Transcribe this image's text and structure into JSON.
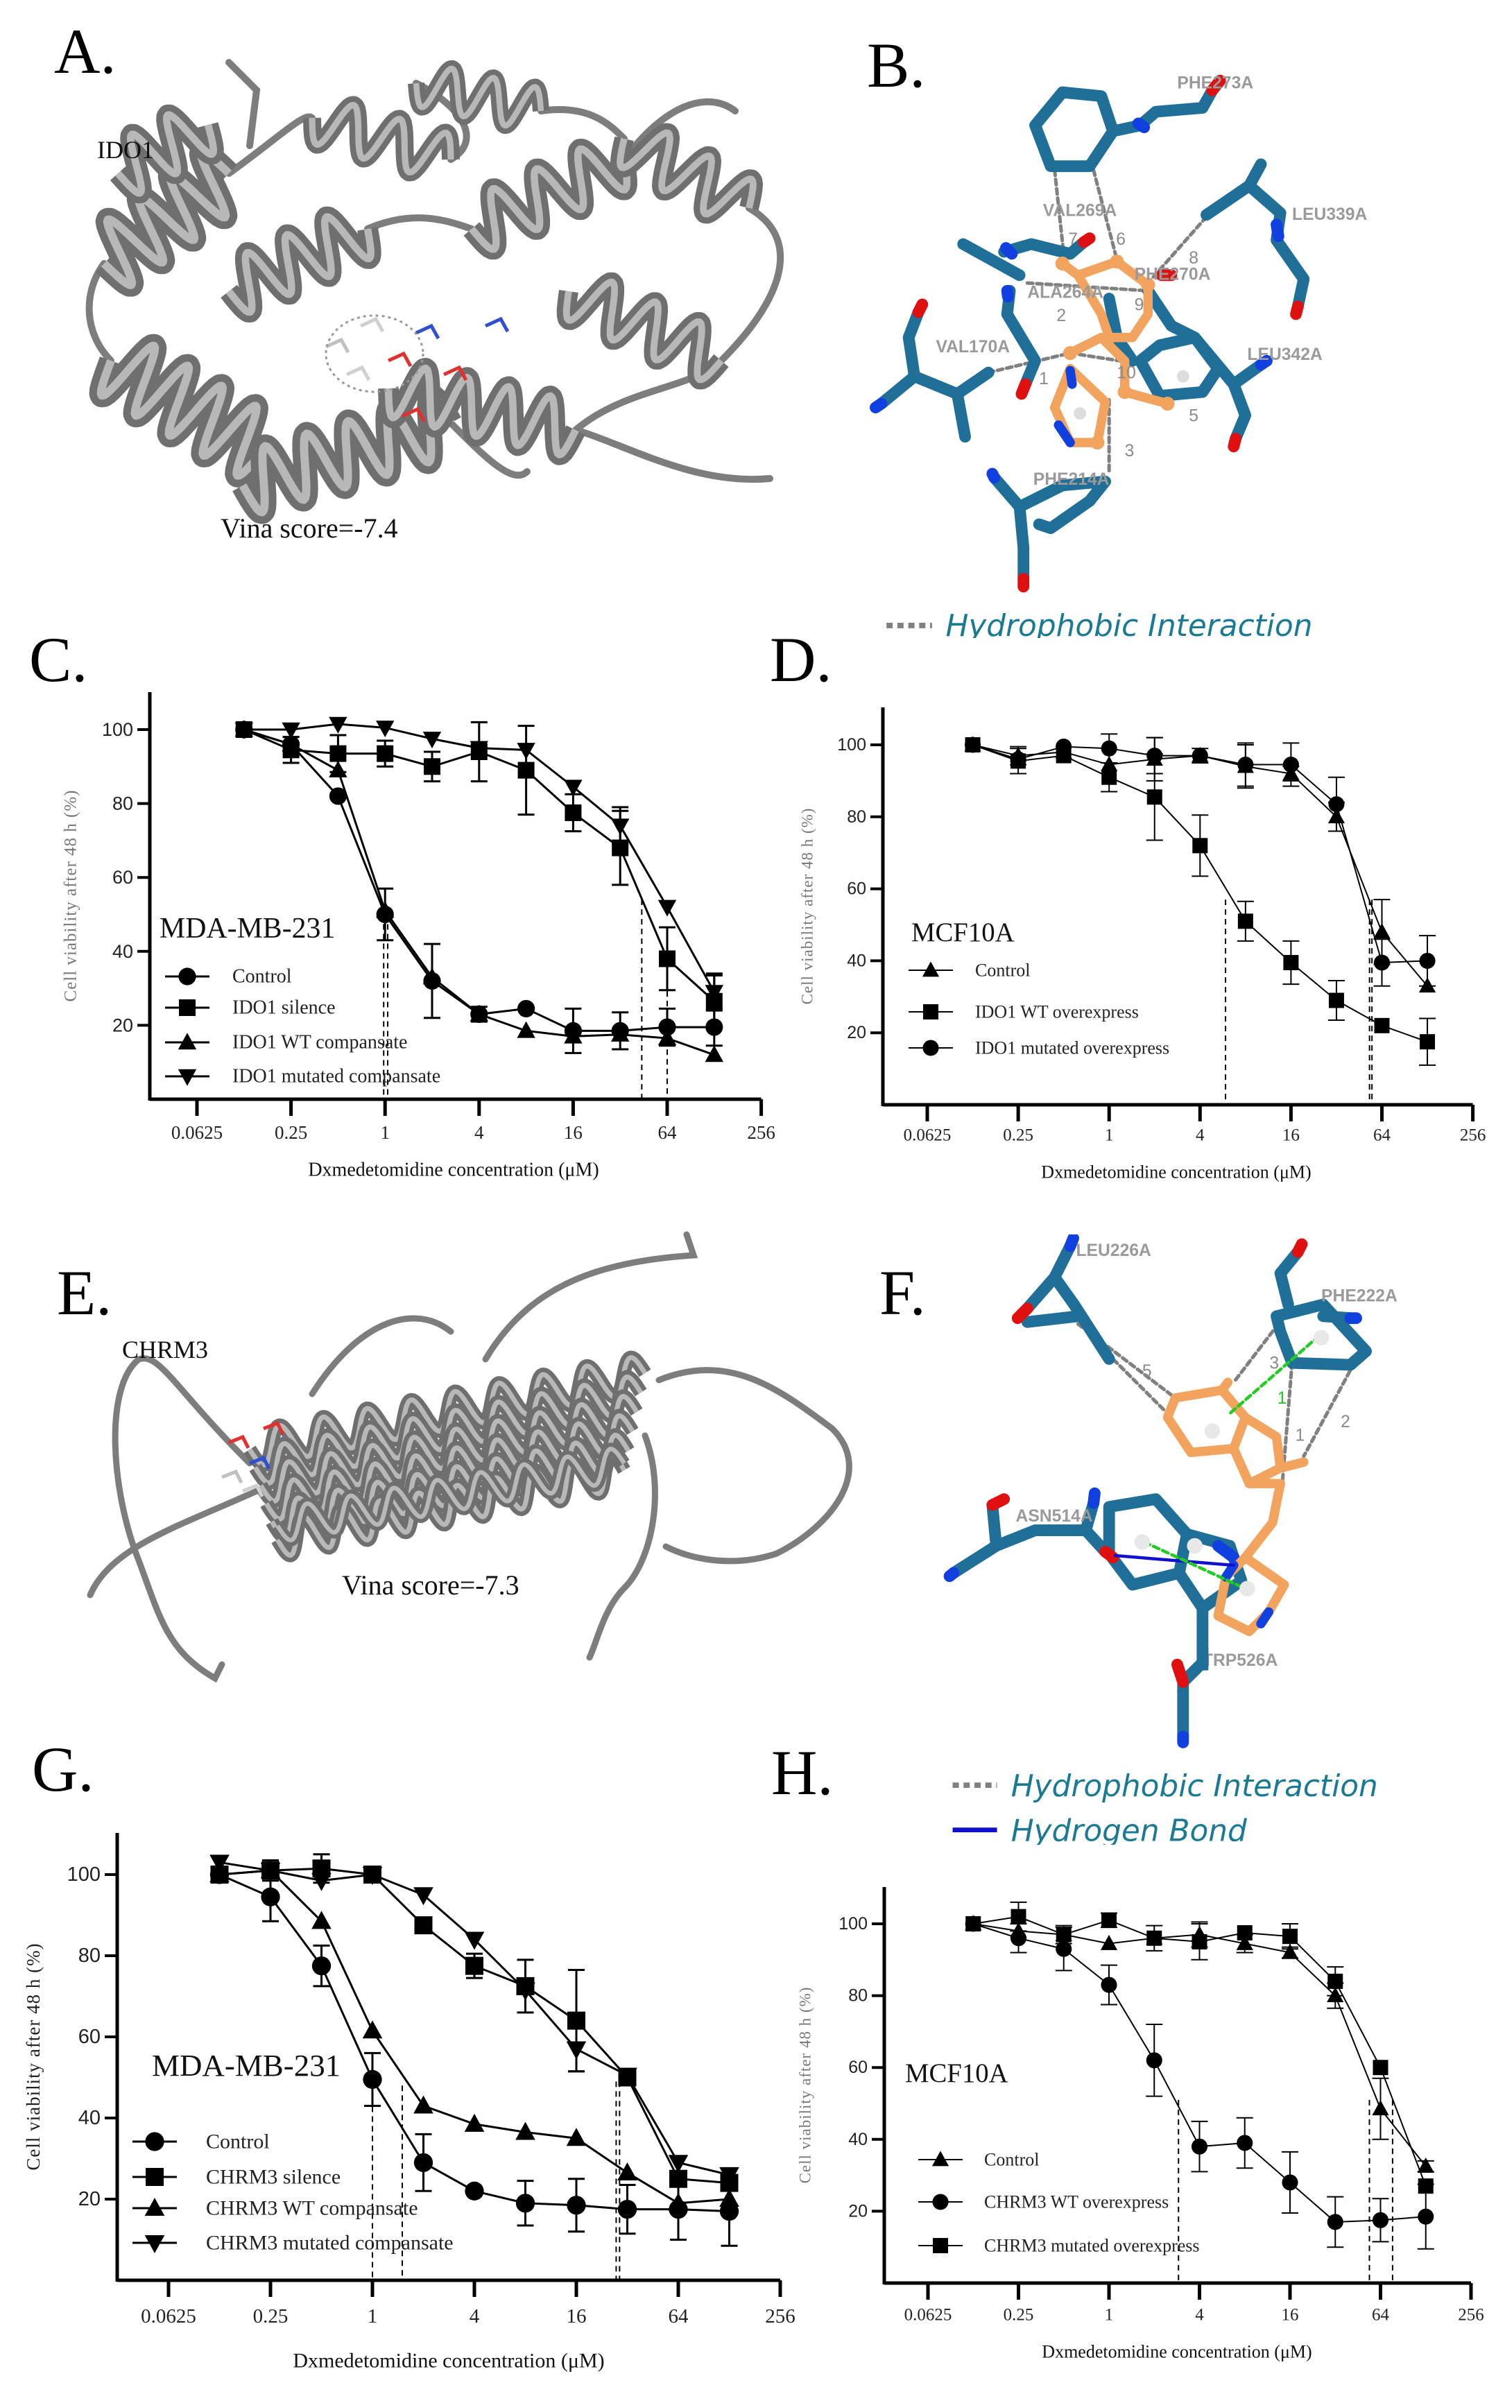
{
  "panels": {
    "A": {
      "letter": "A.",
      "protein": "IDO1",
      "vina": "Vina score=-7.4"
    },
    "B": {
      "letter": "B.",
      "residues": [
        "PHE273A",
        "VAL269A",
        "LEU339A",
        "PHE270A",
        "ALA264A",
        "VAL170A",
        "LEU342A",
        "PHE214A"
      ],
      "numbers": [
        "1",
        "2",
        "3",
        "5",
        "6",
        "7",
        "8",
        "9",
        "10"
      ],
      "legend_hydrophobic": "Hydrophobic Interaction"
    },
    "C": {
      "letter": "C."
    },
    "D": {
      "letter": "D."
    },
    "E": {
      "letter": "E.",
      "protein": "CHRM3",
      "vina": "Vina score=-7.3"
    },
    "F": {
      "letter": "F.",
      "residues": [
        "LEU226A",
        "PHE222A",
        "ASN514A",
        "TRP526A"
      ],
      "numbers": [
        "5",
        "3",
        "1",
        "1",
        "2"
      ],
      "legend_hydrophobic": "Hydrophobic Interaction",
      "legend_hbond": "Hydrogen Bond"
    },
    "G": {
      "letter": "G."
    },
    "H": {
      "letter": "H."
    }
  },
  "colors": {
    "residue_sticks": "#1f6f98",
    "ligand": "#f2a45f",
    "oxygen": "#e01010",
    "nitrogen": "#1040e0",
    "ribbon": "#8a8a8a",
    "hydrophobic": "#808080",
    "hbond": "#1010d0",
    "pi": "#22cc22",
    "legend_text": "#1a7a96"
  },
  "chart_data": [
    {
      "panel": "C",
      "type": "line",
      "xscale": "log2",
      "xlim": [
        0.03125,
        256
      ],
      "ylim": [
        0,
        110
      ],
      "grid": false,
      "legend": "bottom-left",
      "xticks": [
        "0.0625",
        "0.25",
        "1",
        "4",
        "16",
        "64",
        "256"
      ],
      "yticks": [
        "20",
        "40",
        "60",
        "80",
        "100"
      ],
      "xlabel": "Dxmedetomidine concentration (μM)",
      "ylabel": "Cell viability after 48 h (%)",
      "annotation": "MDA-MB-231",
      "x": [
        0.125,
        0.25,
        0.5,
        1,
        2,
        4,
        8,
        16,
        32,
        64,
        128
      ],
      "series": [
        {
          "name": "Control",
          "marker": "circle",
          "values": [
            100,
            96,
            82,
            50,
            32,
            23,
            24.5,
            18.5,
            18.5,
            19.5,
            19.5
          ],
          "err": [
            0,
            2,
            0,
            7,
            10,
            2,
            0,
            6,
            5,
            5,
            5
          ]
        },
        {
          "name": "IDO1 silence",
          "marker": "square",
          "values": [
            100,
            94.5,
            93.5,
            93.5,
            90,
            94,
            89,
            77.5,
            68,
            38,
            26.5
          ],
          "err": [
            0,
            3.5,
            5,
            3.5,
            4,
            8,
            12,
            5,
            10,
            8.5,
            7
          ]
        },
        {
          "name": "IDO1 WT compansate",
          "marker": "triangle-up",
          "values": [
            100,
            96,
            89,
            51,
            33,
            23,
            18.5,
            17,
            17.5,
            16.5,
            12
          ],
          "err": [
            0,
            0,
            0,
            0,
            0,
            0,
            0,
            0,
            0,
            0,
            0
          ]
        },
        {
          "name": "IDO1 mutated compansate",
          "marker": "triangle-down",
          "values": [
            100,
            100,
            101.5,
            100.5,
            97.5,
            95,
            94.5,
            84.5,
            74,
            52,
            29
          ],
          "err": [
            0,
            0,
            0,
            0,
            0,
            0,
            0,
            0,
            5,
            0,
            5
          ]
        }
      ],
      "dashed_drop_lines": [
        {
          "x": 0.98,
          "top": 50
        },
        {
          "x": 1.04,
          "top": 50
        },
        {
          "x": 44,
          "top": 54
        },
        {
          "x": 64,
          "top": 45
        }
      ]
    },
    {
      "panel": "D",
      "type": "line",
      "xscale": "log2",
      "xlim": [
        0.03125,
        256
      ],
      "ylim": [
        0,
        110
      ],
      "grid": false,
      "legend": "bottom-left",
      "xticks": [
        "0.0625",
        "0.25",
        "1",
        "4",
        "16",
        "64",
        "256"
      ],
      "yticks": [
        "20",
        "40",
        "60",
        "80",
        "100"
      ],
      "xlabel": "Dxmedetomidine concentration (μM)",
      "ylabel": "Cell viability after 48 h (%)",
      "annotation": "MCF10A",
      "x": [
        0.125,
        0.25,
        0.5,
        1,
        2,
        4,
        8,
        16,
        32,
        64,
        128
      ],
      "series": [
        {
          "name": "Control",
          "marker": "triangle-up",
          "values": [
            100,
            97,
            98,
            94.5,
            96,
            97,
            94,
            92,
            80,
            48,
            33
          ],
          "err": [
            0,
            2.5,
            0,
            0,
            6,
            2,
            6,
            2,
            4,
            9,
            0
          ]
        },
        {
          "name": "IDO1 WT overexpress",
          "marker": "square",
          "values": [
            100,
            95.5,
            97,
            91,
            85.5,
            72,
            51,
            39.5,
            29,
            22,
            17.5
          ],
          "err": [
            0,
            3.5,
            0,
            4,
            12,
            8.5,
            5.5,
            6,
            5.5,
            0,
            6.5
          ]
        },
        {
          "name": "IDO1 mutated overexpress",
          "marker": "circle",
          "values": [
            100,
            96,
            99.5,
            99,
            97,
            97,
            94.5,
            94.5,
            83.5,
            39.5,
            40
          ],
          "err": [
            0,
            0,
            0,
            4,
            5,
            0,
            6,
            6,
            7.5,
            6.5,
            7
          ]
        }
      ],
      "dashed_drop_lines": [
        {
          "x": 5.9,
          "top": 57
        },
        {
          "x": 53,
          "top": 57
        },
        {
          "x": 55,
          "top": 57
        }
      ]
    },
    {
      "panel": "G",
      "type": "line",
      "xscale": "log2",
      "xlim": [
        0.03125,
        256
      ],
      "ylim": [
        0,
        110
      ],
      "grid": false,
      "legend": "bottom-left",
      "xticks": [
        "0.0625",
        "0.25",
        "1",
        "4",
        "16",
        "64",
        "256"
      ],
      "yticks": [
        "20",
        "40",
        "60",
        "80",
        "100"
      ],
      "xlabel": "Dxmedetomidine concentration (μM)",
      "ylabel": "Cell viability after 48 h (%)",
      "annotation": "MDA-MB-231",
      "x": [
        0.125,
        0.25,
        0.5,
        1,
        2,
        4,
        8,
        16,
        32,
        64,
        128
      ],
      "series": [
        {
          "name": "Control",
          "marker": "circle",
          "values": [
            100,
            94.5,
            77.5,
            49.5,
            29,
            22,
            19,
            18.5,
            17.5,
            17.5,
            17
          ],
          "err": [
            0,
            6,
            5,
            6.5,
            7,
            0,
            5.5,
            6.5,
            6,
            7.5,
            8.5
          ]
        },
        {
          "name": "CHRM3 silence",
          "marker": "square",
          "values": [
            100,
            101,
            101.5,
            100,
            87.5,
            77.5,
            72.5,
            64,
            50,
            25,
            24
          ],
          "err": [
            0,
            2.5,
            3.5,
            0,
            0,
            3,
            6.5,
            12.5,
            0,
            0,
            0
          ]
        },
        {
          "name": "CHRM3 WT compansate",
          "marker": "triangle-up",
          "values": [
            100,
            101,
            88.5,
            61.5,
            43,
            38.5,
            36.5,
            35,
            26.5,
            19,
            20
          ],
          "err": [
            0,
            0,
            0,
            0,
            0,
            0,
            0,
            0,
            0,
            0,
            0
          ]
        },
        {
          "name": "CHRM3 mutated compansate",
          "marker": "triangle-down",
          "values": [
            103,
            101,
            98.5,
            100,
            95,
            84,
            71.5,
            57,
            50.5,
            29,
            26
          ],
          "err": [
            0,
            0,
            0,
            0,
            0,
            0,
            0,
            5.5,
            0,
            0,
            0
          ]
        }
      ],
      "dashed_drop_lines": [
        {
          "x": 1.0,
          "top": 50
        },
        {
          "x": 1.5,
          "top": 48
        },
        {
          "x": 27.5,
          "top": 49
        },
        {
          "x": 28.8,
          "top": 49
        }
      ]
    },
    {
      "panel": "H",
      "type": "line",
      "xscale": "log2",
      "xlim": [
        0.03125,
        256
      ],
      "ylim": [
        0,
        110
      ],
      "grid": false,
      "legend": "bottom-left",
      "xticks": [
        "0.0625",
        "0.25",
        "1",
        "4",
        "16",
        "64",
        "256"
      ],
      "yticks": [
        "20",
        "40",
        "60",
        "80",
        "100"
      ],
      "xlabel": "Dxmedetomidine concentration (μM)",
      "ylabel": "Cell viability after 48 h (%)",
      "annotation": "MCF10A",
      "x": [
        0.125,
        0.25,
        0.5,
        1,
        2,
        4,
        8,
        16,
        32,
        64,
        128
      ],
      "series": [
        {
          "name": "Control",
          "marker": "triangle-up",
          "values": [
            100,
            98,
            97,
            94.5,
            96,
            97,
            94.5,
            92,
            80,
            48.5,
            32.5
          ],
          "err": [
            0,
            0,
            0,
            0,
            0,
            3.5,
            2.5,
            1.5,
            3.5,
            8.5,
            1.5
          ]
        },
        {
          "name": "CHRM3 WT overexpress",
          "marker": "circle",
          "values": [
            100,
            96,
            93,
            83,
            62,
            38,
            39,
            28,
            17,
            17.5,
            18.5
          ],
          "err": [
            0,
            4,
            6,
            5.5,
            10,
            7,
            7,
            8.5,
            7,
            6,
            9
          ]
        },
        {
          "name": "CHRM3 mutated overexpress",
          "marker": "square",
          "values": [
            100,
            102,
            97,
            101,
            96,
            95,
            97.5,
            96.5,
            84,
            60,
            27
          ],
          "err": [
            0,
            4,
            2.5,
            2,
            3.5,
            5,
            0,
            3.5,
            4,
            0,
            0
          ]
        }
      ],
      "dashed_drop_lines": [
        {
          "x": 2.9,
          "top": 51
        },
        {
          "x": 54,
          "top": 51
        },
        {
          "x": 77,
          "top": 51
        }
      ]
    }
  ]
}
